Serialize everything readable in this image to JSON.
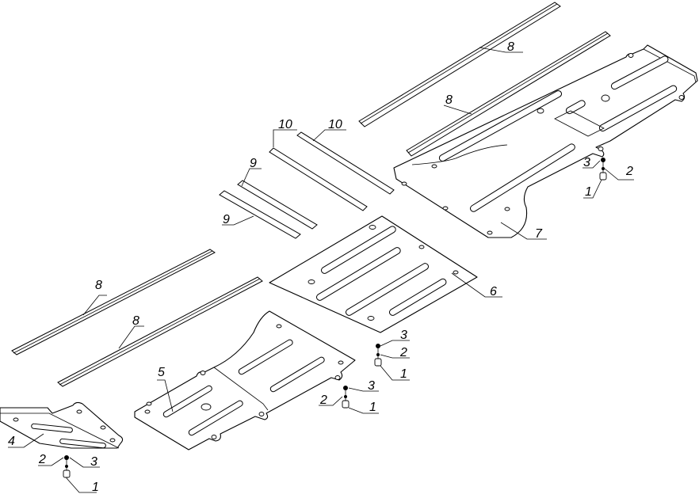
{
  "callouts": {
    "c8a": "8",
    "c8b": "8",
    "c8c": "8",
    "c8d": "8",
    "c10a": "10",
    "c10b": "10",
    "c9a": "9",
    "c9b": "9",
    "c7": "7",
    "c6": "6",
    "c5": "5",
    "c4": "4",
    "f7_3": "3",
    "f7_2": "2",
    "f7_1": "1",
    "f6_3": "3",
    "f6_2": "2",
    "f6_1": "1",
    "f5_3": "3",
    "f5_2": "2",
    "f5_1": "1",
    "f4_2": "2",
    "f4_3": "3",
    "f4_1": "1"
  }
}
